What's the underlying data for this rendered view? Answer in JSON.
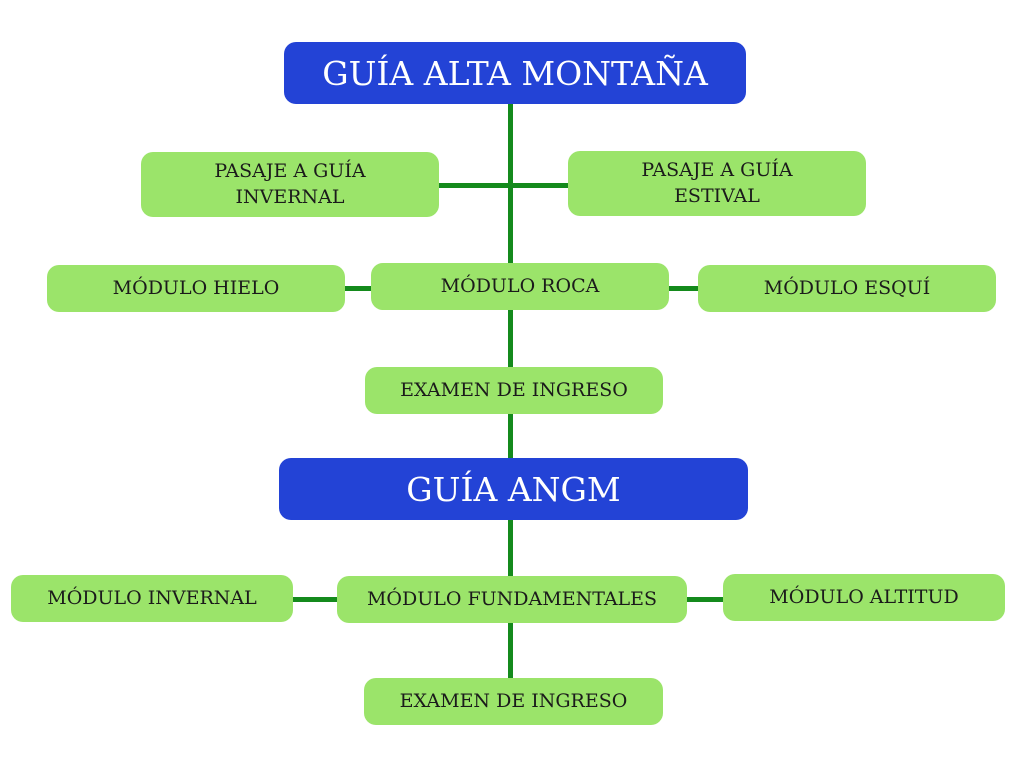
{
  "top": {
    "title": "GUÍA ALTA MONTAÑA",
    "pasaje_invernal": "PASAJE A GUÍA\nINVERNAL",
    "pasaje_estival": "PASAJE A GUÍA\nESTIVAL",
    "modulo_hielo": "MÓDULO HIELO",
    "modulo_roca": "MÓDULO ROCA",
    "modulo_esqui": "MÓDULO ESQUÍ",
    "examen": "EXAMEN DE INGRESO"
  },
  "bottom": {
    "title": "GUÍA ANGM",
    "modulo_invernal": "MÓDULO INVERNAL",
    "modulo_fundamentales": "MÓDULO FUNDAMENTALES",
    "modulo_altitud": "MÓDULO ALTITUD",
    "examen": "EXAMEN DE INGRESO"
  },
  "colors": {
    "title_box": "#2343d6",
    "module_box": "#9be46a",
    "connector": "#148a1c"
  }
}
